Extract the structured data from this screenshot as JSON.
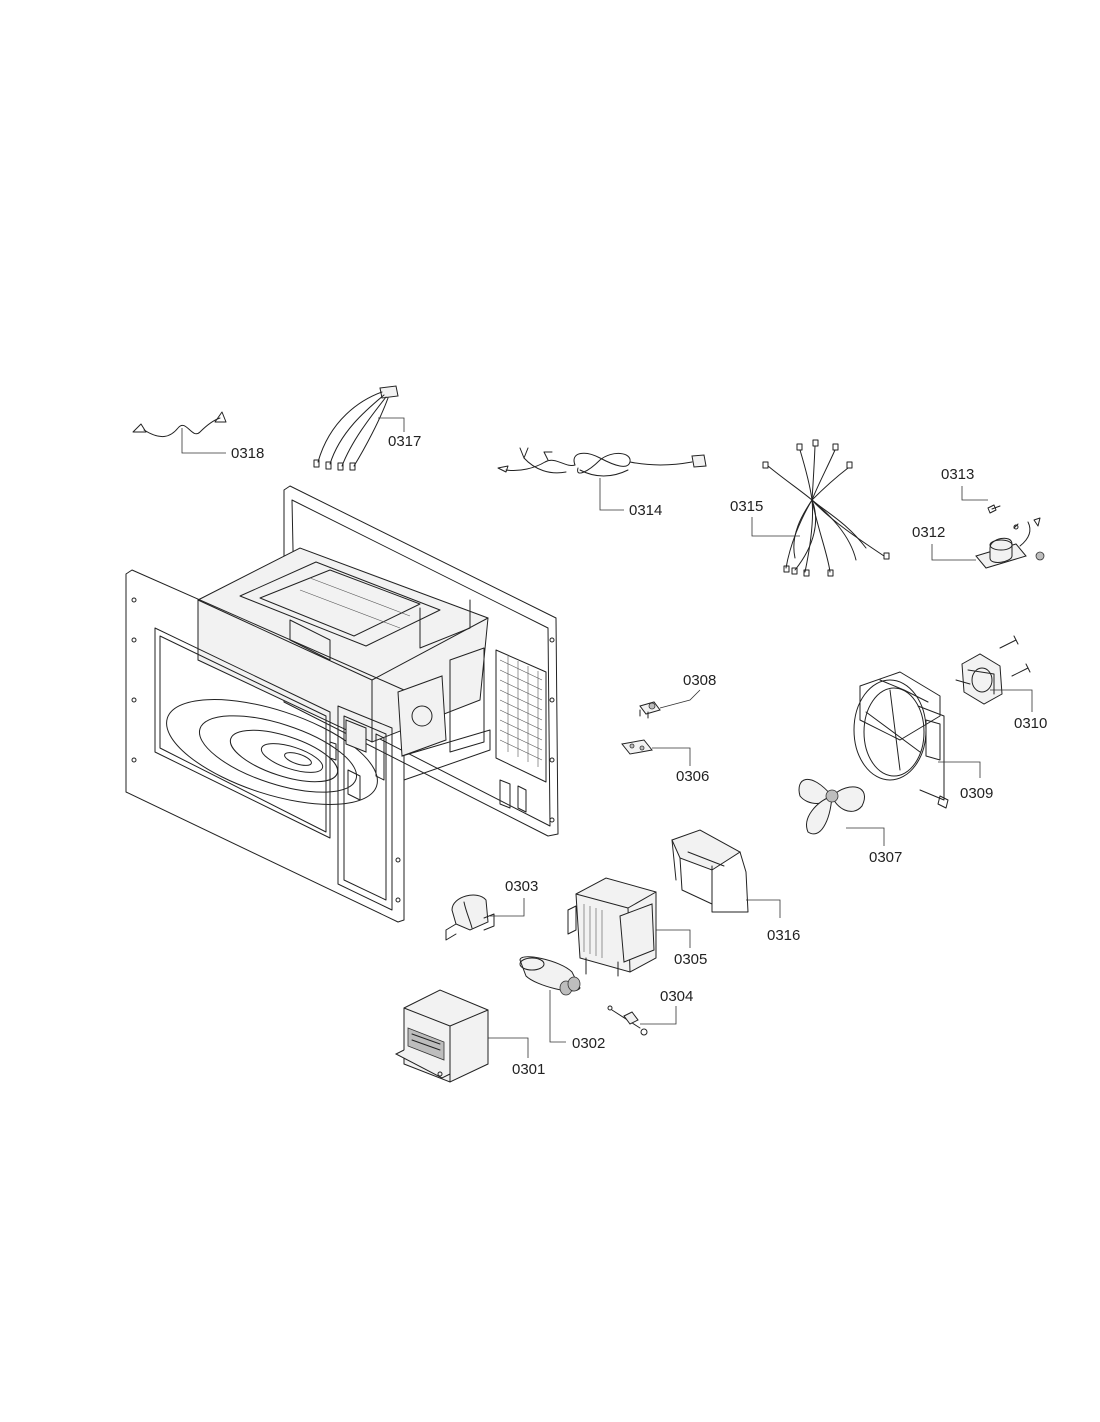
{
  "labels": {
    "p0301": "0301",
    "p0302": "0302",
    "p0303": "0303",
    "p0304": "0304",
    "p0305": "0305",
    "p0306": "0306",
    "p0307": "0307",
    "p0308": "0308",
    "p0309": "0309",
    "p0310": "0310",
    "p0312": "0312",
    "p0313": "0313",
    "p0314": "0314",
    "p0315": "0315",
    "p0316": "0316",
    "p0317": "0317",
    "p0318": "0318"
  }
}
